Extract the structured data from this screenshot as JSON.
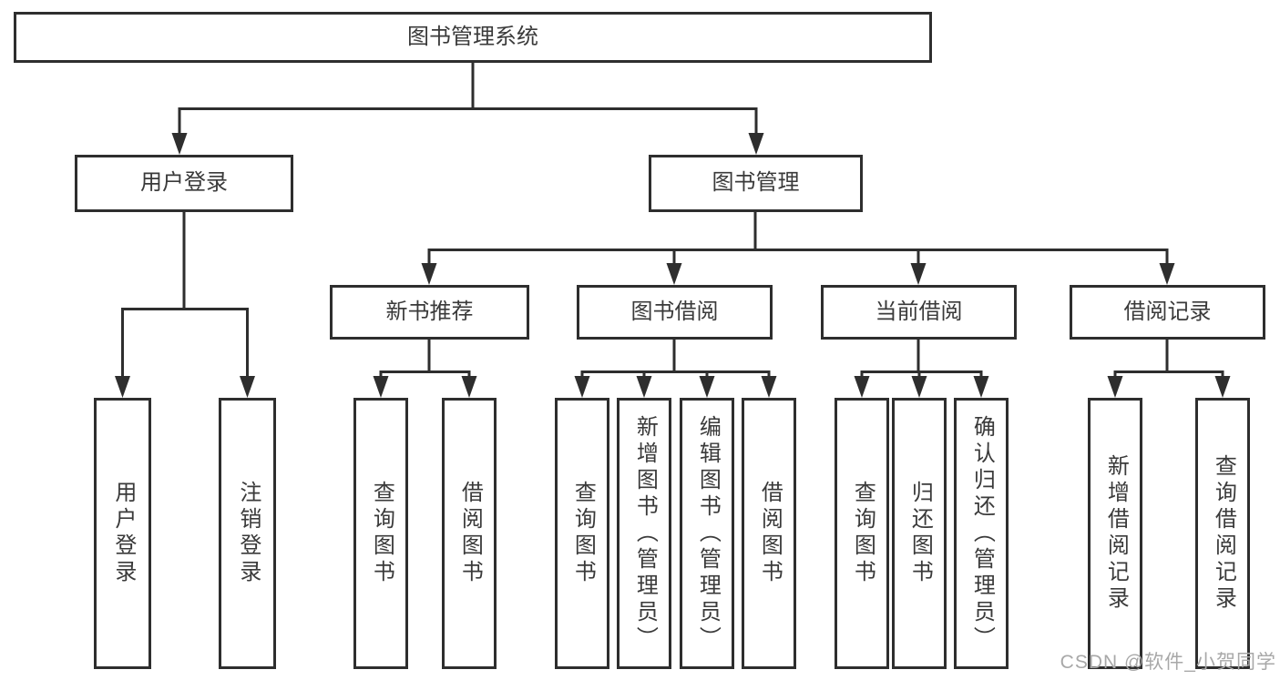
{
  "diagram_type": "functional-structure-tree",
  "colors": {
    "line": "#2e2e2e",
    "text": "#3a3a3a",
    "watermark": "#a8a8a8",
    "background": "#ffffff"
  },
  "nodes": {
    "root": {
      "label": "图书管理系统"
    },
    "user_login": {
      "label": "用户登录",
      "children": [
        {
          "label": "用户登录"
        },
        {
          "label": "注销登录"
        }
      ]
    },
    "book_mgmt": {
      "label": "图书管理",
      "sections": [
        {
          "label": "新书推荐",
          "children": [
            {
              "label": "查询图书"
            },
            {
              "label": "借阅图书"
            }
          ]
        },
        {
          "label": "图书借阅",
          "children": [
            {
              "label": "查询图书"
            },
            {
              "label": "新增图书（管理员）"
            },
            {
              "label": "编辑图书（管理员）"
            },
            {
              "label": "借阅图书"
            }
          ]
        },
        {
          "label": "当前借阅",
          "children": [
            {
              "label": "查询图书"
            },
            {
              "label": "归还图书"
            },
            {
              "label": "确认归还（管理员）"
            }
          ]
        },
        {
          "label": "借阅记录",
          "children": [
            {
              "label": "新增借阅记录"
            },
            {
              "label": "查询借阅记录"
            }
          ]
        }
      ]
    }
  },
  "watermark": {
    "text": "CSDN @软件_小贺同学"
  }
}
